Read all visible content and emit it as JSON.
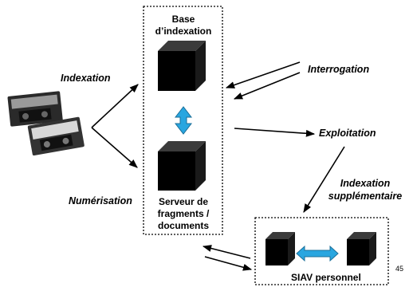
{
  "labels": {
    "base_indexation": "Base d’indexation",
    "indexation": "Indexation",
    "numerisation": "Numérisation",
    "serveur": "Serveur de fragments / documents",
    "interrogation": "Interrogation",
    "exploitation": "Exploitation",
    "indexation_supp": "Indexation supplémentaire",
    "siav": "SIAV personnel",
    "page_number": "45"
  },
  "icons": {
    "cube": "cube-icon",
    "videotapes": "videotape-icon",
    "double_arrow_vertical": "double-arrow-vertical-icon",
    "double_arrow_horizontal": "double-arrow-horizontal-icon"
  },
  "colors": {
    "arrow_accent": "#29a6e0",
    "cube_front": "#000000",
    "cube_top": "#3b3b3b",
    "cube_side": "#1a1a1a"
  }
}
